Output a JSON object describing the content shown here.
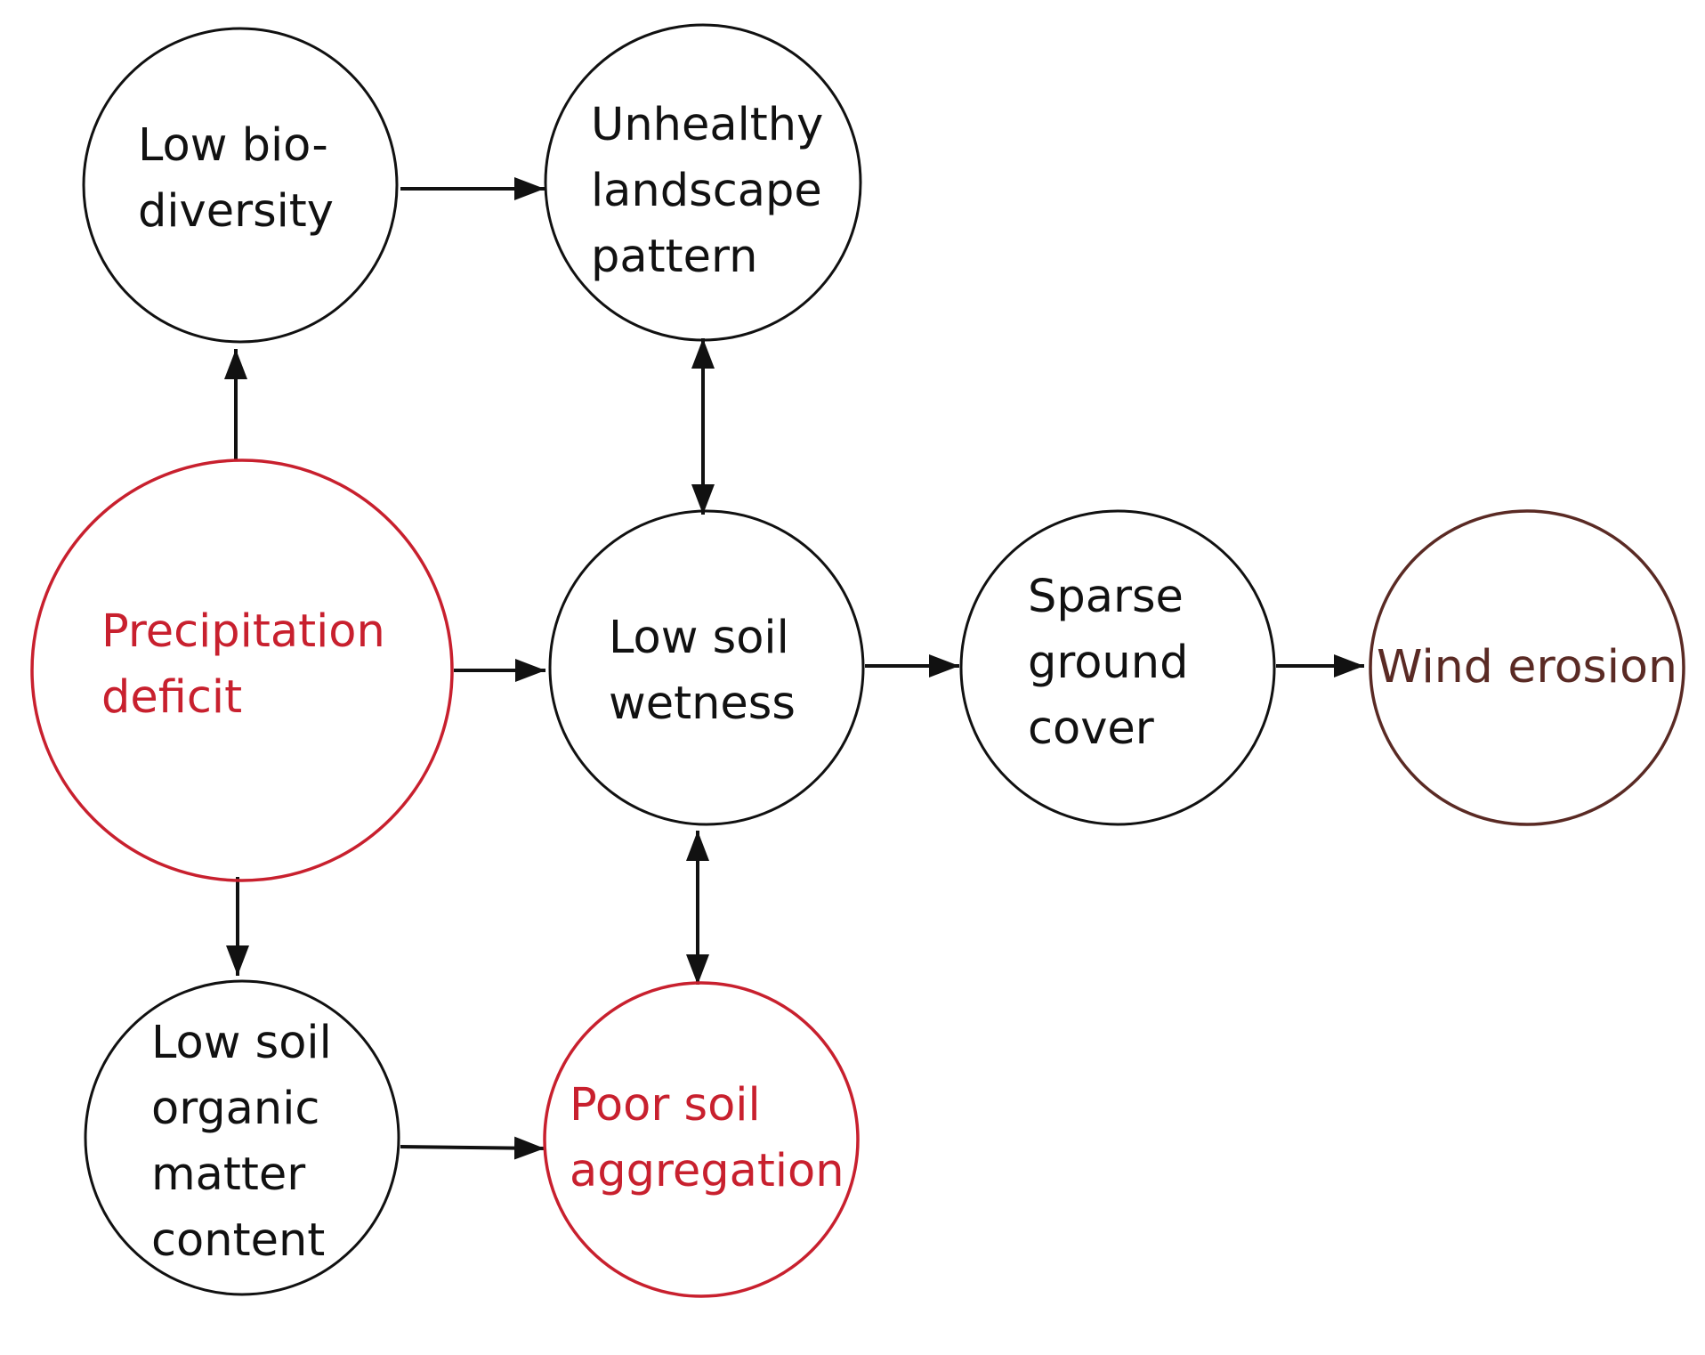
{
  "colors": {
    "black": "#111111",
    "red": "#c8202e",
    "brown": "#5a2a24"
  },
  "nodes": {
    "biodiversity": {
      "lines": [
        "Low bio-",
        "diversity"
      ],
      "color": "black"
    },
    "landscape": {
      "lines": [
        "Unhealthy",
        "landscape",
        "pattern"
      ],
      "color": "black"
    },
    "precipitation": {
      "lines": [
        "Precipitation",
        "deficit"
      ],
      "color": "red"
    },
    "soil_wetness": {
      "lines": [
        "Low soil",
        "wetness"
      ],
      "color": "black"
    },
    "ground_cover": {
      "lines": [
        "Sparse",
        "ground",
        "cover"
      ],
      "color": "black"
    },
    "wind_erosion": {
      "lines": [
        "Wind erosion"
      ],
      "color": "brown"
    },
    "organic_matter": {
      "lines": [
        "Low soil",
        "organic",
        "matter",
        "content"
      ],
      "color": "black"
    },
    "aggregation": {
      "lines": [
        "Poor soil",
        "aggregation"
      ],
      "color": "red"
    }
  },
  "edges": [
    {
      "from": "biodiversity",
      "to": "landscape",
      "bidirectional": false
    },
    {
      "from": "precipitation",
      "to": "biodiversity",
      "bidirectional": false
    },
    {
      "from": "landscape",
      "to": "soil_wetness",
      "bidirectional": true
    },
    {
      "from": "precipitation",
      "to": "soil_wetness",
      "bidirectional": false
    },
    {
      "from": "soil_wetness",
      "to": "ground_cover",
      "bidirectional": false
    },
    {
      "from": "ground_cover",
      "to": "wind_erosion",
      "bidirectional": false
    },
    {
      "from": "precipitation",
      "to": "organic_matter",
      "bidirectional": false
    },
    {
      "from": "soil_wetness",
      "to": "aggregation",
      "bidirectional": true
    },
    {
      "from": "organic_matter",
      "to": "aggregation",
      "bidirectional": false
    }
  ]
}
